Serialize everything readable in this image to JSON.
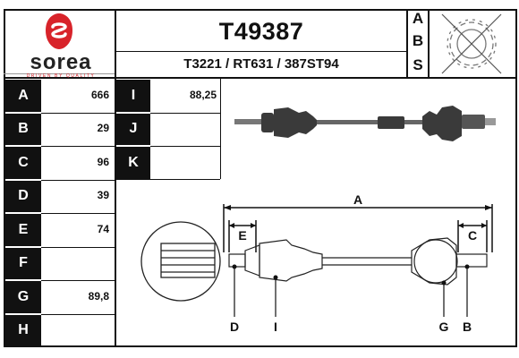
{
  "brand": {
    "name": "sorea",
    "tagline": "DRIVEN BY QUALITY",
    "color": "#d8232a"
  },
  "header": {
    "code": "T49387",
    "refs": "T3221 / RT631 / 387ST94",
    "abs_letters": [
      "A",
      "B",
      "S"
    ]
  },
  "dimensions_left": [
    {
      "label": "A",
      "value": "666"
    },
    {
      "label": "B",
      "value": "29"
    },
    {
      "label": "C",
      "value": "96"
    },
    {
      "label": "D",
      "value": "39"
    },
    {
      "label": "E",
      "value": "74"
    },
    {
      "label": "F",
      "value": ""
    },
    {
      "label": "G",
      "value": "89,8"
    },
    {
      "label": "H",
      "value": ""
    }
  ],
  "dimensions_mid": [
    {
      "label": "I",
      "value": "88,25"
    },
    {
      "label": "J",
      "value": ""
    },
    {
      "label": "K",
      "value": ""
    }
  ],
  "diagram_labels": {
    "A": "A",
    "E": "E",
    "C": "C",
    "D": "D",
    "I": "I",
    "G": "G",
    "B": "B"
  }
}
